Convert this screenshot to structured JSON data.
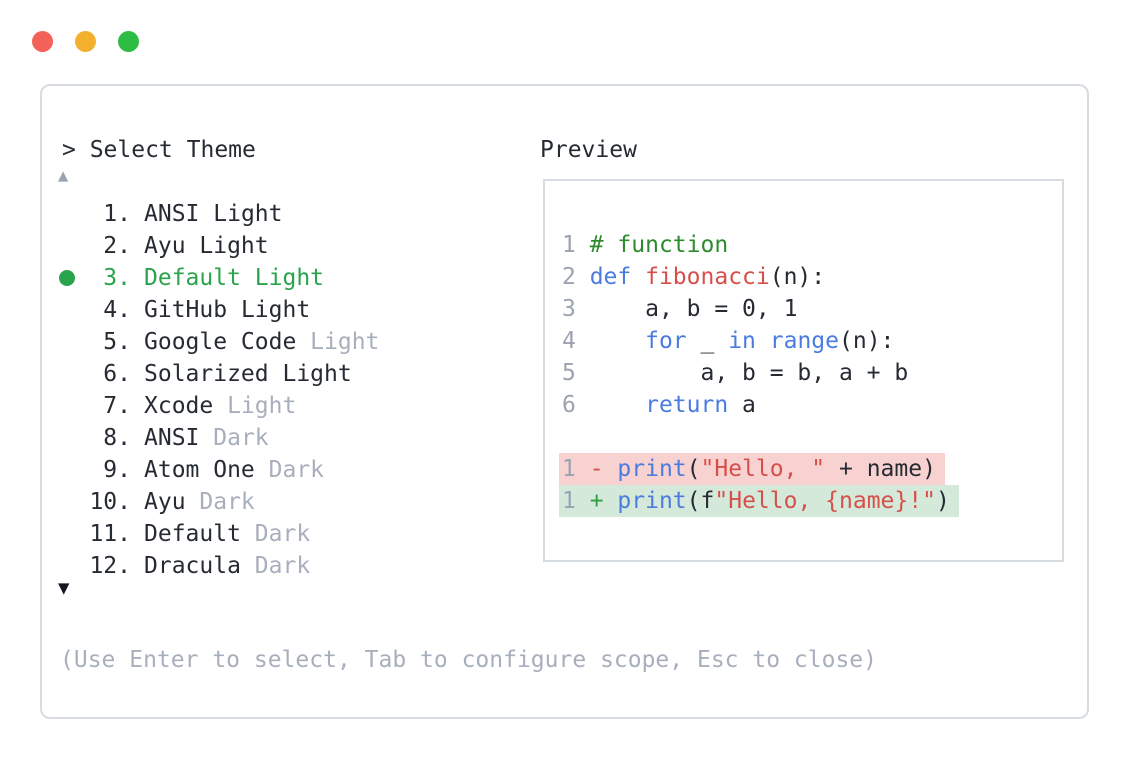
{
  "window": {
    "traffic_lights": [
      {
        "name": "close-button",
        "color": "#f4605a"
      },
      {
        "name": "minimize-button",
        "color": "#f2b02c"
      },
      {
        "name": "zoom-button",
        "color": "#2ebd44"
      }
    ]
  },
  "panel": {
    "prompt": "> Select Theme",
    "scroll_up_icon": "▲",
    "scroll_down_icon": "▼",
    "footer_hint": "(Use Enter to select, Tab to configure scope, Esc to close)"
  },
  "theme_list": {
    "selected_number": 3,
    "items": [
      {
        "number": "1.",
        "name": "ANSI",
        "suffix": "Light",
        "suffix_muted": false,
        "selected": false
      },
      {
        "number": "2.",
        "name": "Ayu",
        "suffix": "Light",
        "suffix_muted": false,
        "selected": false
      },
      {
        "number": "3.",
        "name": "Default",
        "suffix": "Light",
        "suffix_muted": false,
        "selected": true
      },
      {
        "number": "4.",
        "name": "GitHub",
        "suffix": "Light",
        "suffix_muted": false,
        "selected": false
      },
      {
        "number": "5.",
        "name": "Google Code",
        "suffix": "Light",
        "suffix_muted": true,
        "selected": false
      },
      {
        "number": "6.",
        "name": "Solarized",
        "suffix": "Light",
        "suffix_muted": false,
        "selected": false
      },
      {
        "number": "7.",
        "name": "Xcode",
        "suffix": "Light",
        "suffix_muted": true,
        "selected": false
      },
      {
        "number": "8.",
        "name": "ANSI",
        "suffix": "Dark",
        "suffix_muted": true,
        "selected": false
      },
      {
        "number": "9.",
        "name": "Atom One",
        "suffix": "Dark",
        "suffix_muted": true,
        "selected": false
      },
      {
        "number": "10.",
        "name": "Ayu",
        "suffix": "Dark",
        "suffix_muted": true,
        "selected": false
      },
      {
        "number": "11.",
        "name": "Default",
        "suffix": "Dark",
        "suffix_muted": true,
        "selected": false
      },
      {
        "number": "12.",
        "name": "Dracula",
        "suffix": "Dark",
        "suffix_muted": true,
        "selected": false
      }
    ]
  },
  "preview": {
    "label": "Preview",
    "code_lines": [
      {
        "num": "1",
        "diff": "",
        "tokens": [
          [
            "comment",
            "# function"
          ]
        ]
      },
      {
        "num": "2",
        "diff": "",
        "tokens": [
          [
            "keyword",
            "def"
          ],
          [
            "plain",
            " "
          ],
          [
            "function",
            "fibonacci"
          ],
          [
            "plain",
            "(n):"
          ]
        ]
      },
      {
        "num": "3",
        "diff": "",
        "tokens": [
          [
            "plain",
            "    a, b = 0, 1"
          ]
        ]
      },
      {
        "num": "4",
        "diff": "",
        "tokens": [
          [
            "plain",
            "    "
          ],
          [
            "keyword",
            "for"
          ],
          [
            "plain",
            " _ "
          ],
          [
            "keyword",
            "in"
          ],
          [
            "plain",
            " "
          ],
          [
            "keyword",
            "range"
          ],
          [
            "plain",
            "(n):"
          ]
        ]
      },
      {
        "num": "5",
        "diff": "",
        "tokens": [
          [
            "plain",
            "        a, b = b, a + b"
          ]
        ]
      },
      {
        "num": "6",
        "diff": "",
        "tokens": [
          [
            "plain",
            "    "
          ],
          [
            "keyword",
            "return"
          ],
          [
            "plain",
            " a"
          ]
        ]
      },
      {
        "num": "",
        "diff": "",
        "tokens": []
      },
      {
        "num": "1",
        "diff": "removed",
        "tokens": [
          [
            "minus",
            "-"
          ],
          [
            "plain",
            " "
          ],
          [
            "keyword",
            "print"
          ],
          [
            "plain",
            "("
          ],
          [
            "string",
            "\"Hello, \""
          ],
          [
            "plain",
            " + name)"
          ]
        ]
      },
      {
        "num": "1",
        "diff": "added",
        "tokens": [
          [
            "plus",
            "+"
          ],
          [
            "plain",
            " "
          ],
          [
            "keyword",
            "print"
          ],
          [
            "plain",
            "(f"
          ],
          [
            "string",
            "\"Hello, {name}!\""
          ],
          [
            "plain",
            ")"
          ]
        ]
      }
    ]
  },
  "colors": {
    "text": "#262b33",
    "muted": "#a8afbc",
    "green": "#2aa44c",
    "comment": "#2e8b2e",
    "keyword": "#4a7ce0",
    "string": "#d6504b",
    "plus": "#2f9e44",
    "minus": "#d6504b",
    "removed-bg": "#f8d2d1",
    "added-bg": "#d5e9da",
    "border": "#d7dbe2",
    "lnum": "#9ba3b0",
    "arrow-up": "#9aa3b4",
    "arrow-down": "#15181f"
  }
}
